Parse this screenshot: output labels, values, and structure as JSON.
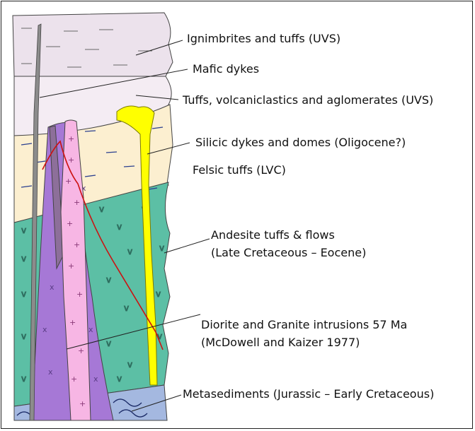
{
  "labels": {
    "ignimbrites": "Ignimbrites and tuffs (UVS)",
    "mafic": "Mafic dykes",
    "tuffs_volcaniclastics": "Tuffs, volcaniclastics and aglomerates (UVS)",
    "silicic": "Silicic dykes and domes (Oligocene?)",
    "felsic": "Felsic tuffs (LVC)",
    "andesite_line1": "Andesite tuffs & flows",
    "andesite_line2": "(Late Cretaceous – Eocene)",
    "diorite_line1": "Diorite and Granite intrusions 57 Ma",
    "diorite_line2": "(McDowell and Kaizer 1977)",
    "metasediments": "Metasediments (Jurassic – Early Cretaceous)"
  },
  "colors": {
    "ignimbrite": "#ece2ec",
    "tuff_uvs": "#f4ecf3",
    "felsic": "#fcefd0",
    "andesite": "#5cbfa5",
    "metasediment": "#a4b8e0",
    "diorite": "#a678d6",
    "granite": "#f7b6e4",
    "mafic": "#8c8c8c",
    "silicic": "#ffff00",
    "fault": "#cc1111"
  }
}
